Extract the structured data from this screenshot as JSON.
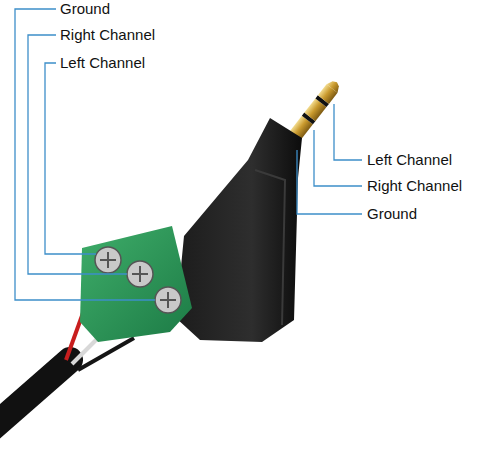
{
  "diagram": {
    "labels": [
      "Ground",
      "Right Channel",
      "Left Channel",
      "Left Channel",
      "Right Channel",
      "Ground"
    ]
  }
}
